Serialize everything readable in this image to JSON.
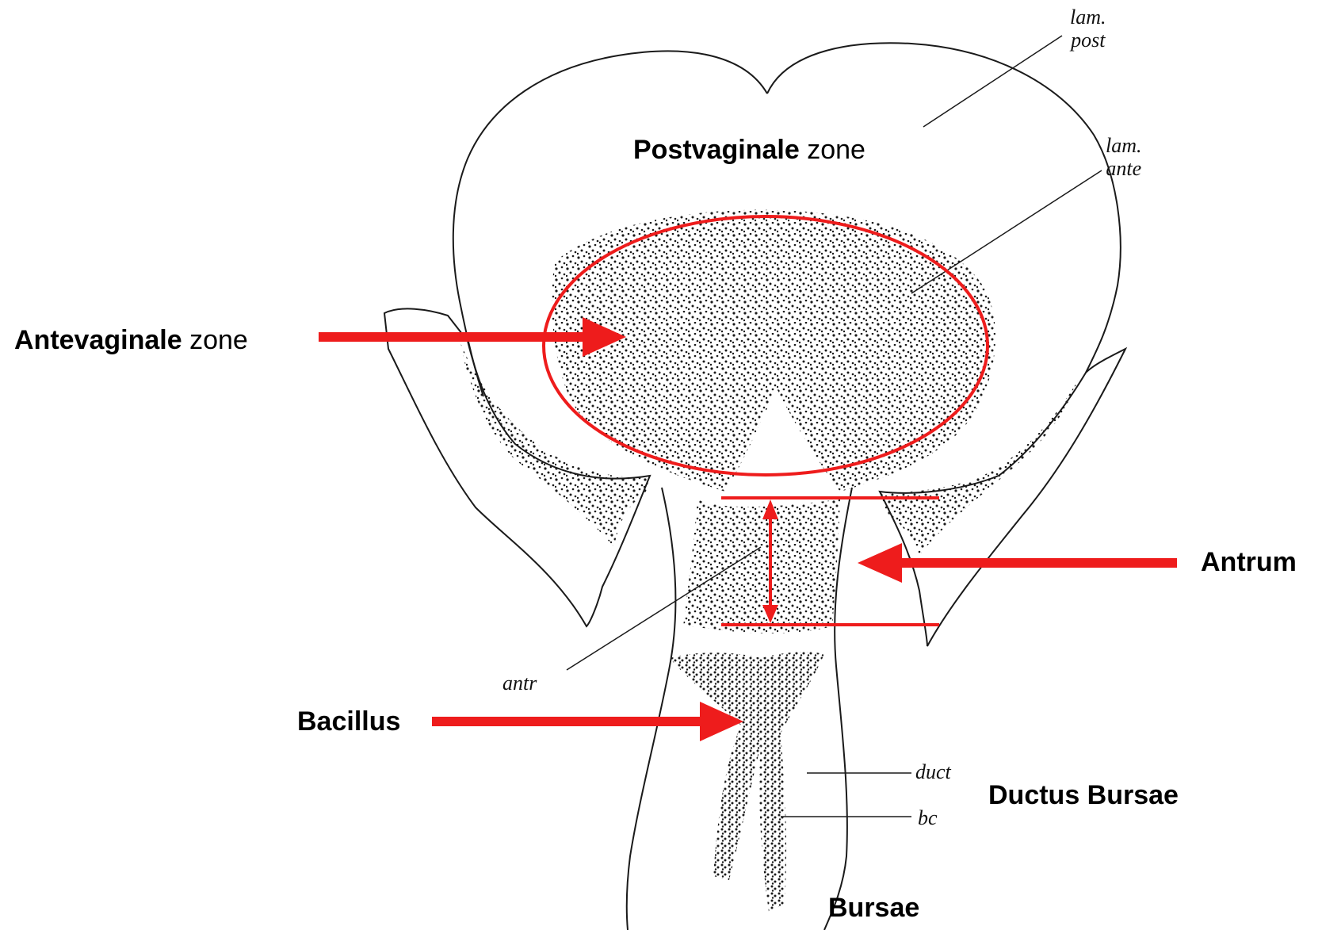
{
  "colors": {
    "accent": "#ee1c1c",
    "ink": "#1a1a1a"
  },
  "labels": {
    "postvaginale_bold": "Postvaginale",
    "postvaginale_rest": " zone",
    "antevaginale_bold": "Antevaginale",
    "antevaginale_rest": " zone",
    "antrum": "Antrum",
    "bacillus": "Bacillus",
    "ductus_bursae": "Ductus Bursae",
    "bursae": "Bursae"
  },
  "annotations": {
    "lam_post_1": "lam.",
    "lam_post_2": "post",
    "lam_ante_1": "lam.",
    "lam_ante_2": "ante",
    "antr": "antr",
    "duct": "duct",
    "bc": "bc"
  }
}
